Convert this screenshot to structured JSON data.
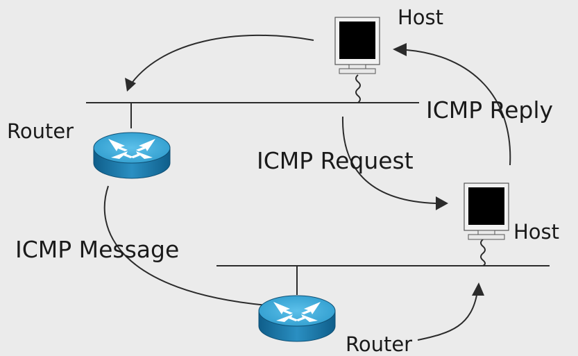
{
  "labels": {
    "host_top": "Host",
    "host_right": "Host",
    "router_left": "Router",
    "router_bottom": "Router",
    "icmp_reply": "ICMP Reply",
    "icmp_request": "ICMP Request",
    "icmp_message": "ICMP Message"
  },
  "icons": [
    "router-icon",
    "host-computer-icon",
    "arrow-icon",
    "network-cable-icon"
  ],
  "colors": {
    "background": "#ebebeb",
    "router_body": "#1d7fb0",
    "router_top": "#3aa6d6",
    "line": "#2b2b2b"
  }
}
